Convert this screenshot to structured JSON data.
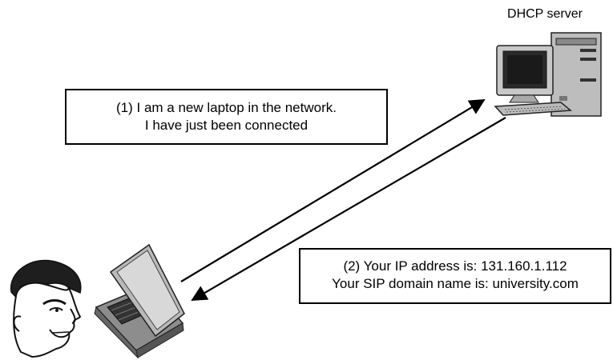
{
  "diagram": {
    "server_label": "DHCP server",
    "request_message": {
      "line1": "(1) I am a new laptop in the network.",
      "line2": "I have just been connected"
    },
    "response_message": {
      "line1": "(2) Your IP address is: 131.160.1.112",
      "line2": "Your SIP domain name is: university.com"
    },
    "icons": [
      "user-face-icon",
      "laptop-icon",
      "server-computer-icon"
    ],
    "colors": {
      "line": "#000000",
      "device_gray": "#9a9a9a",
      "device_dark": "#3a3a3a"
    }
  }
}
